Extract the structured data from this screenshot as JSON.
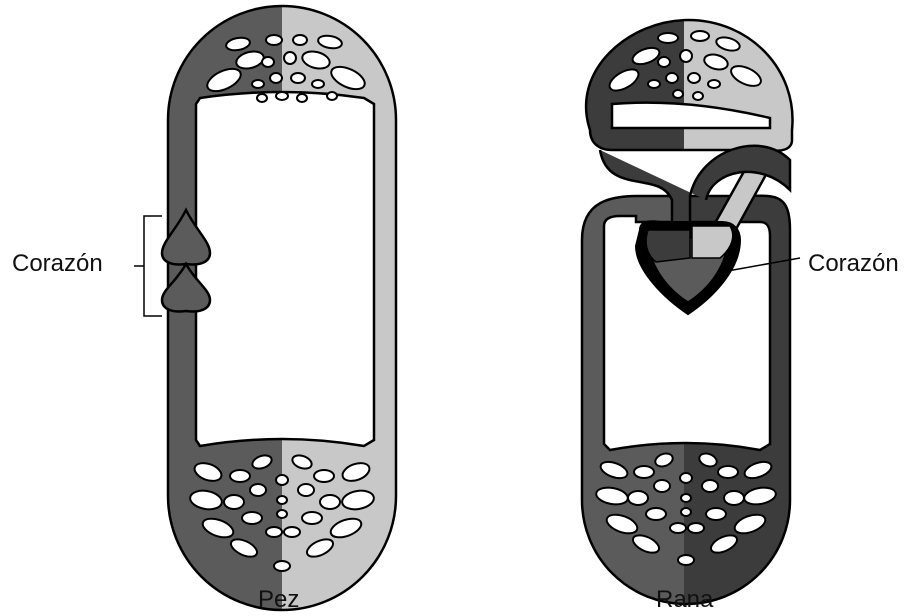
{
  "fish": {
    "heart_label": "Corazón",
    "caption": "Pez"
  },
  "frog": {
    "heart_label": "Corazón",
    "caption": "Rana"
  },
  "colors": {
    "oxygen_poor": "#5b5b5b",
    "oxygen_rich": "#c8c8c8",
    "dark_vessel": "#3c3c3c",
    "outline": "#000000",
    "background": "#ffffff"
  }
}
